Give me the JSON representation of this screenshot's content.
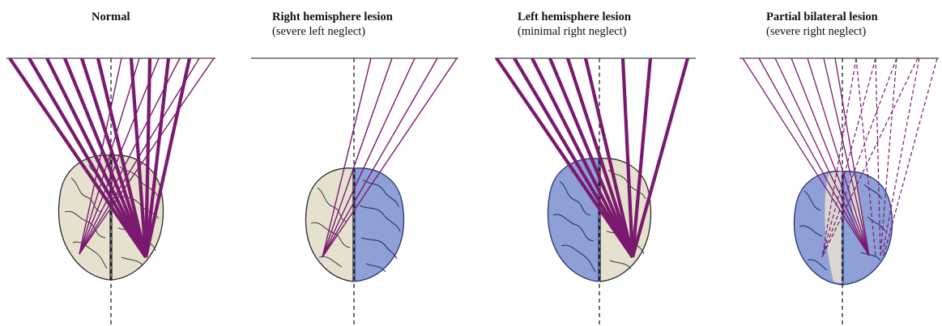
{
  "panels": [
    {
      "title": "Normal",
      "subtitle": ""
    },
    {
      "title": "Right hemisphere lesion",
      "subtitle": "(severe left neglect)"
    },
    {
      "title": "Left hemisphere lesion",
      "subtitle": "(minimal right neglect)"
    },
    {
      "title": "Partial bilateral lesion",
      "subtitle": "(severe right neglect)"
    }
  ],
  "colors": {
    "attention_line": "#7a1a6e",
    "healthy_brain": "#e6e1cf",
    "lesioned_brain": "#8fa0d6",
    "brain_outline": "#2a2a2a",
    "lesion_outline": "#27327a",
    "midline": "#111111"
  }
}
